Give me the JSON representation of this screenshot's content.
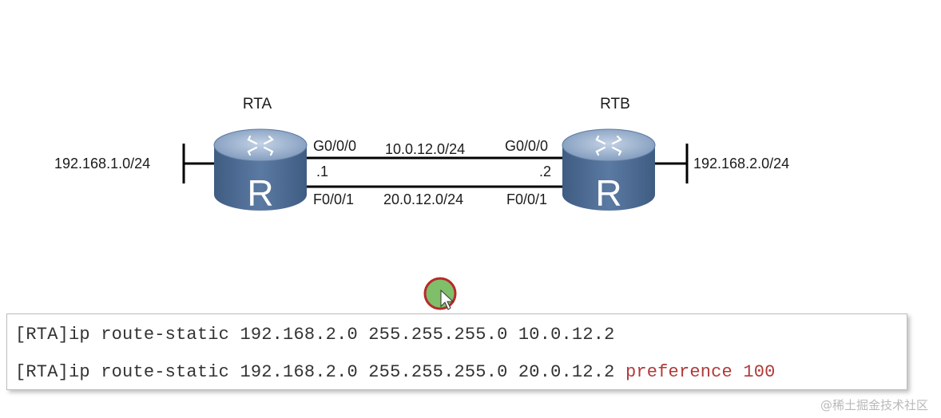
{
  "routers": [
    {
      "name": "RTA"
    },
    {
      "name": "RTB"
    }
  ],
  "router_glyph": "R",
  "lans": {
    "left": "192.168.1.0/24",
    "right": "192.168.2.0/24"
  },
  "links": [
    {
      "network": "10.0.12.0/24",
      "rta_interface": "G0/0/0",
      "rtb_interface": "G0/0/0"
    },
    {
      "network": "20.0.12.0/24",
      "rta_interface": "F0/0/1",
      "rtb_interface": "F0/0/1"
    }
  ],
  "host_ids": {
    "rta": ".1",
    "rtb": ".2"
  },
  "cli": {
    "lines": [
      {
        "command": "[RTA]ip route-static 192.168.2.0 255.255.255.0 10.0.12.2",
        "keyword": ""
      },
      {
        "command": "[RTA]ip route-static 192.168.2.0 255.255.255.0 20.0.12.2 ",
        "keyword": "preference 100"
      }
    ]
  },
  "watermark": "@稀土掘金技术社区",
  "colors": {
    "router_top": "#8fa9c9",
    "router_body": "#4f6e96",
    "keyword": "#b03a3a",
    "cursor_fill": "#7fbf6a",
    "cursor_ring": "#b72a2a"
  }
}
